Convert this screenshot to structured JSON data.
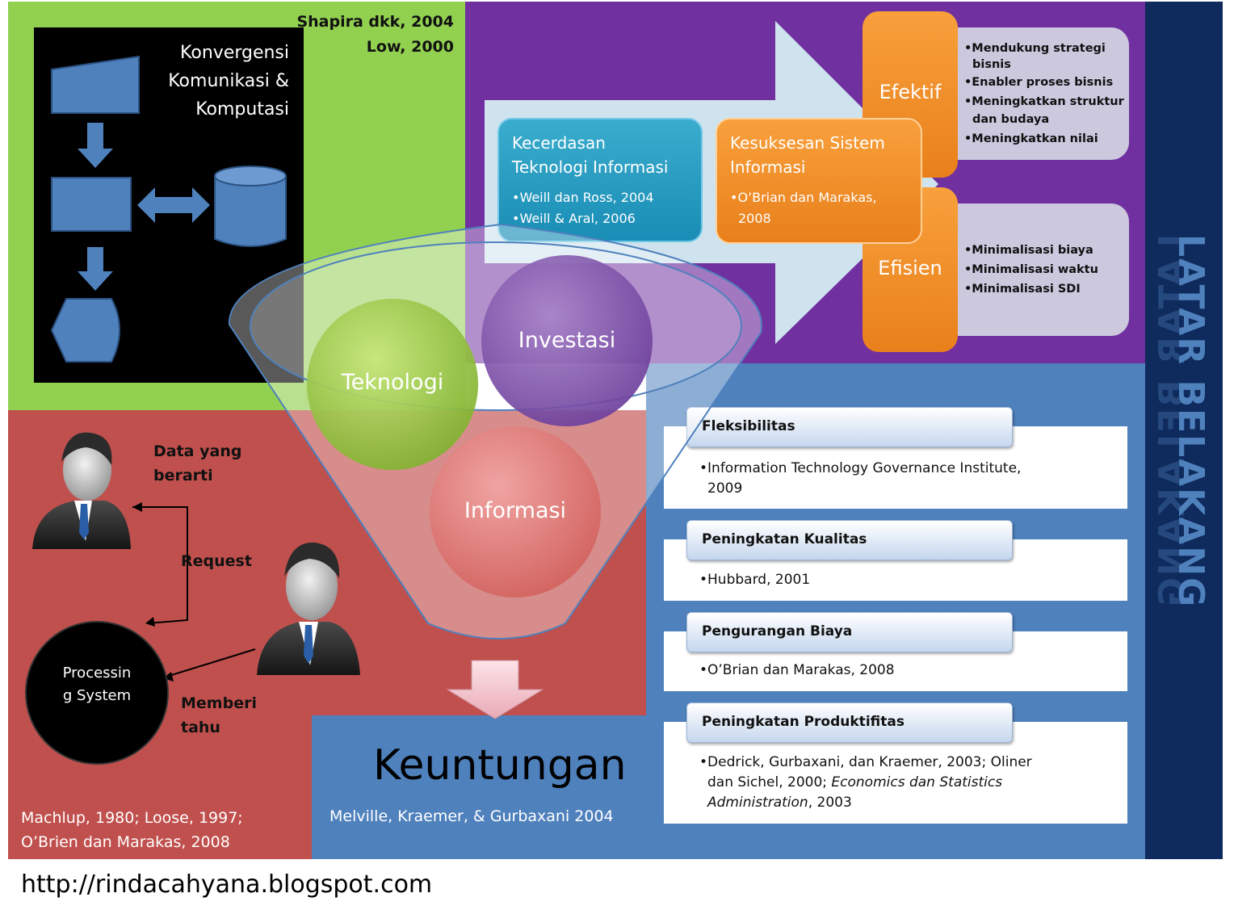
{
  "green_panel": {
    "citations": [
      "Shapira dkk, 2004",
      "Low, 2000"
    ],
    "title_lines": [
      "Konvergensi",
      "Komunikasi &",
      "Komputasi"
    ]
  },
  "purple_panel": {
    "kecerdasan": {
      "title_lines": [
        "Kecerdasan",
        "Teknologi Informasi"
      ],
      "items": [
        "•Weill dan Ross, 2004",
        "•Weill & Aral, 2006"
      ]
    },
    "kesuksesan": {
      "title_lines": [
        "Kesuksesan Sistem",
        "Informasi"
      ],
      "items": [
        "•O’Brian dan Marakas,",
        "2008"
      ]
    },
    "efektif": {
      "label": "Efektif",
      "items": [
        "•Mendukung strategi",
        "bisnis",
        "•Enabler proses bisnis",
        "•Meningkatkan struktur",
        "dan budaya",
        "•Meningkatkan nilai"
      ]
    },
    "efisien": {
      "label": "Efisien",
      "items": [
        "•Minimalisasi biaya",
        "•Minimalisasi waktu",
        "•Minimalisasi SDI"
      ]
    }
  },
  "funnel": {
    "circles": [
      "Teknologi",
      "Investasi",
      "Informasi"
    ]
  },
  "red_panel": {
    "data_label": [
      "Data yang",
      "berarti"
    ],
    "request_label": "Request",
    "processing_label": [
      "Processin",
      "g System"
    ],
    "memberi_label": [
      "Memberi",
      "tahu"
    ],
    "citations": [
      "Machlup, 1980; Loose, 1997;",
      "O’Brien dan Marakas, 2008"
    ]
  },
  "keuntungan": {
    "title": "Keuntungan",
    "citation": "Melville, Kraemer, & Gurbaxani 2004"
  },
  "cards": [
    {
      "title": "Fleksibilitas",
      "lines": [
        "•Information Technology Governance Institute,",
        "2009"
      ]
    },
    {
      "title": "Peningkatan Kualitas",
      "lines": [
        "•Hubbard, 2001"
      ]
    },
    {
      "title": "Pengurangan Biaya",
      "lines": [
        "•O’Brian dan Marakas, 2008"
      ]
    },
    {
      "title": "Peningkatan Produktifitas",
      "lines": [
        "•Dedrick, Gurbaxani, dan Kraemer, 2003;  Oliner",
        "dan Sichel, 2000; ",
        "Administration",
        ", 2003"
      ],
      "italic_parts": [
        "Economics dan Statistics"
      ]
    }
  ],
  "side_title": "LATAR BELAKANG",
  "footer_url": "http://rindacahyana.blogspot.com",
  "colors": {
    "green": "#92d050",
    "purple": "#7030a0",
    "red": "#c0504d",
    "blue": "#4f81bd",
    "navy": "#0f2a5c",
    "orange": "#f39129",
    "cyan": "#2aa1c9"
  }
}
